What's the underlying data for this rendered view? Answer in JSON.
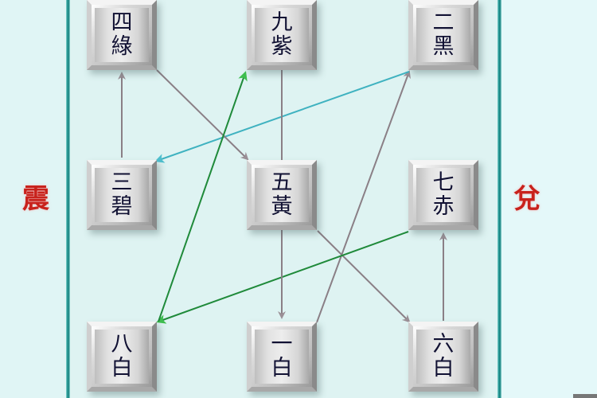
{
  "diagram": {
    "title": "",
    "type": "flying-star-nine-palace-grid",
    "side_labels": {
      "left": "震",
      "right": "兌"
    },
    "colors": {
      "background": "#e6f8f8",
      "divider": "#1a8f8c",
      "box_text": "#111133",
      "side_label": "#c8221c",
      "arrow_gray": "#8a7f86",
      "arrow_teal": "#3fb2c0",
      "arrow_green": "#1f8a3a"
    },
    "cells": [
      {
        "id": "cell-4",
        "row": 0,
        "col": 0,
        "number": "四",
        "color": "綠"
      },
      {
        "id": "cell-9",
        "row": 0,
        "col": 1,
        "number": "九",
        "color": "紫"
      },
      {
        "id": "cell-2",
        "row": 0,
        "col": 2,
        "number": "二",
        "color": "黑"
      },
      {
        "id": "cell-3",
        "row": 1,
        "col": 0,
        "number": "三",
        "color": "碧"
      },
      {
        "id": "cell-5",
        "row": 1,
        "col": 1,
        "number": "五",
        "color": "黃"
      },
      {
        "id": "cell-7",
        "row": 1,
        "col": 2,
        "number": "七",
        "color": "赤"
      },
      {
        "id": "cell-8",
        "row": 2,
        "col": 0,
        "number": "八",
        "color": "白"
      },
      {
        "id": "cell-1",
        "row": 2,
        "col": 1,
        "number": "一",
        "color": "白"
      },
      {
        "id": "cell-6",
        "row": 2,
        "col": 2,
        "number": "六",
        "color": "白"
      }
    ],
    "arrows": [
      {
        "from": "一白",
        "to": "二黑",
        "color": "gray"
      },
      {
        "from": "二黑",
        "to": "三碧",
        "color": "teal"
      },
      {
        "from": "三碧",
        "to": "四綠",
        "color": "gray"
      },
      {
        "from": "四綠",
        "to": "五黃",
        "color": "gray"
      },
      {
        "from": "五黃",
        "to": "六白",
        "color": "gray"
      },
      {
        "from": "六白",
        "to": "七赤",
        "color": "gray"
      },
      {
        "from": "七赤",
        "to": "八白",
        "color": "green"
      },
      {
        "from": "八白",
        "to": "九紫",
        "color": "green"
      },
      {
        "from": "九紫",
        "to": "一白",
        "color": "gray"
      }
    ]
  }
}
